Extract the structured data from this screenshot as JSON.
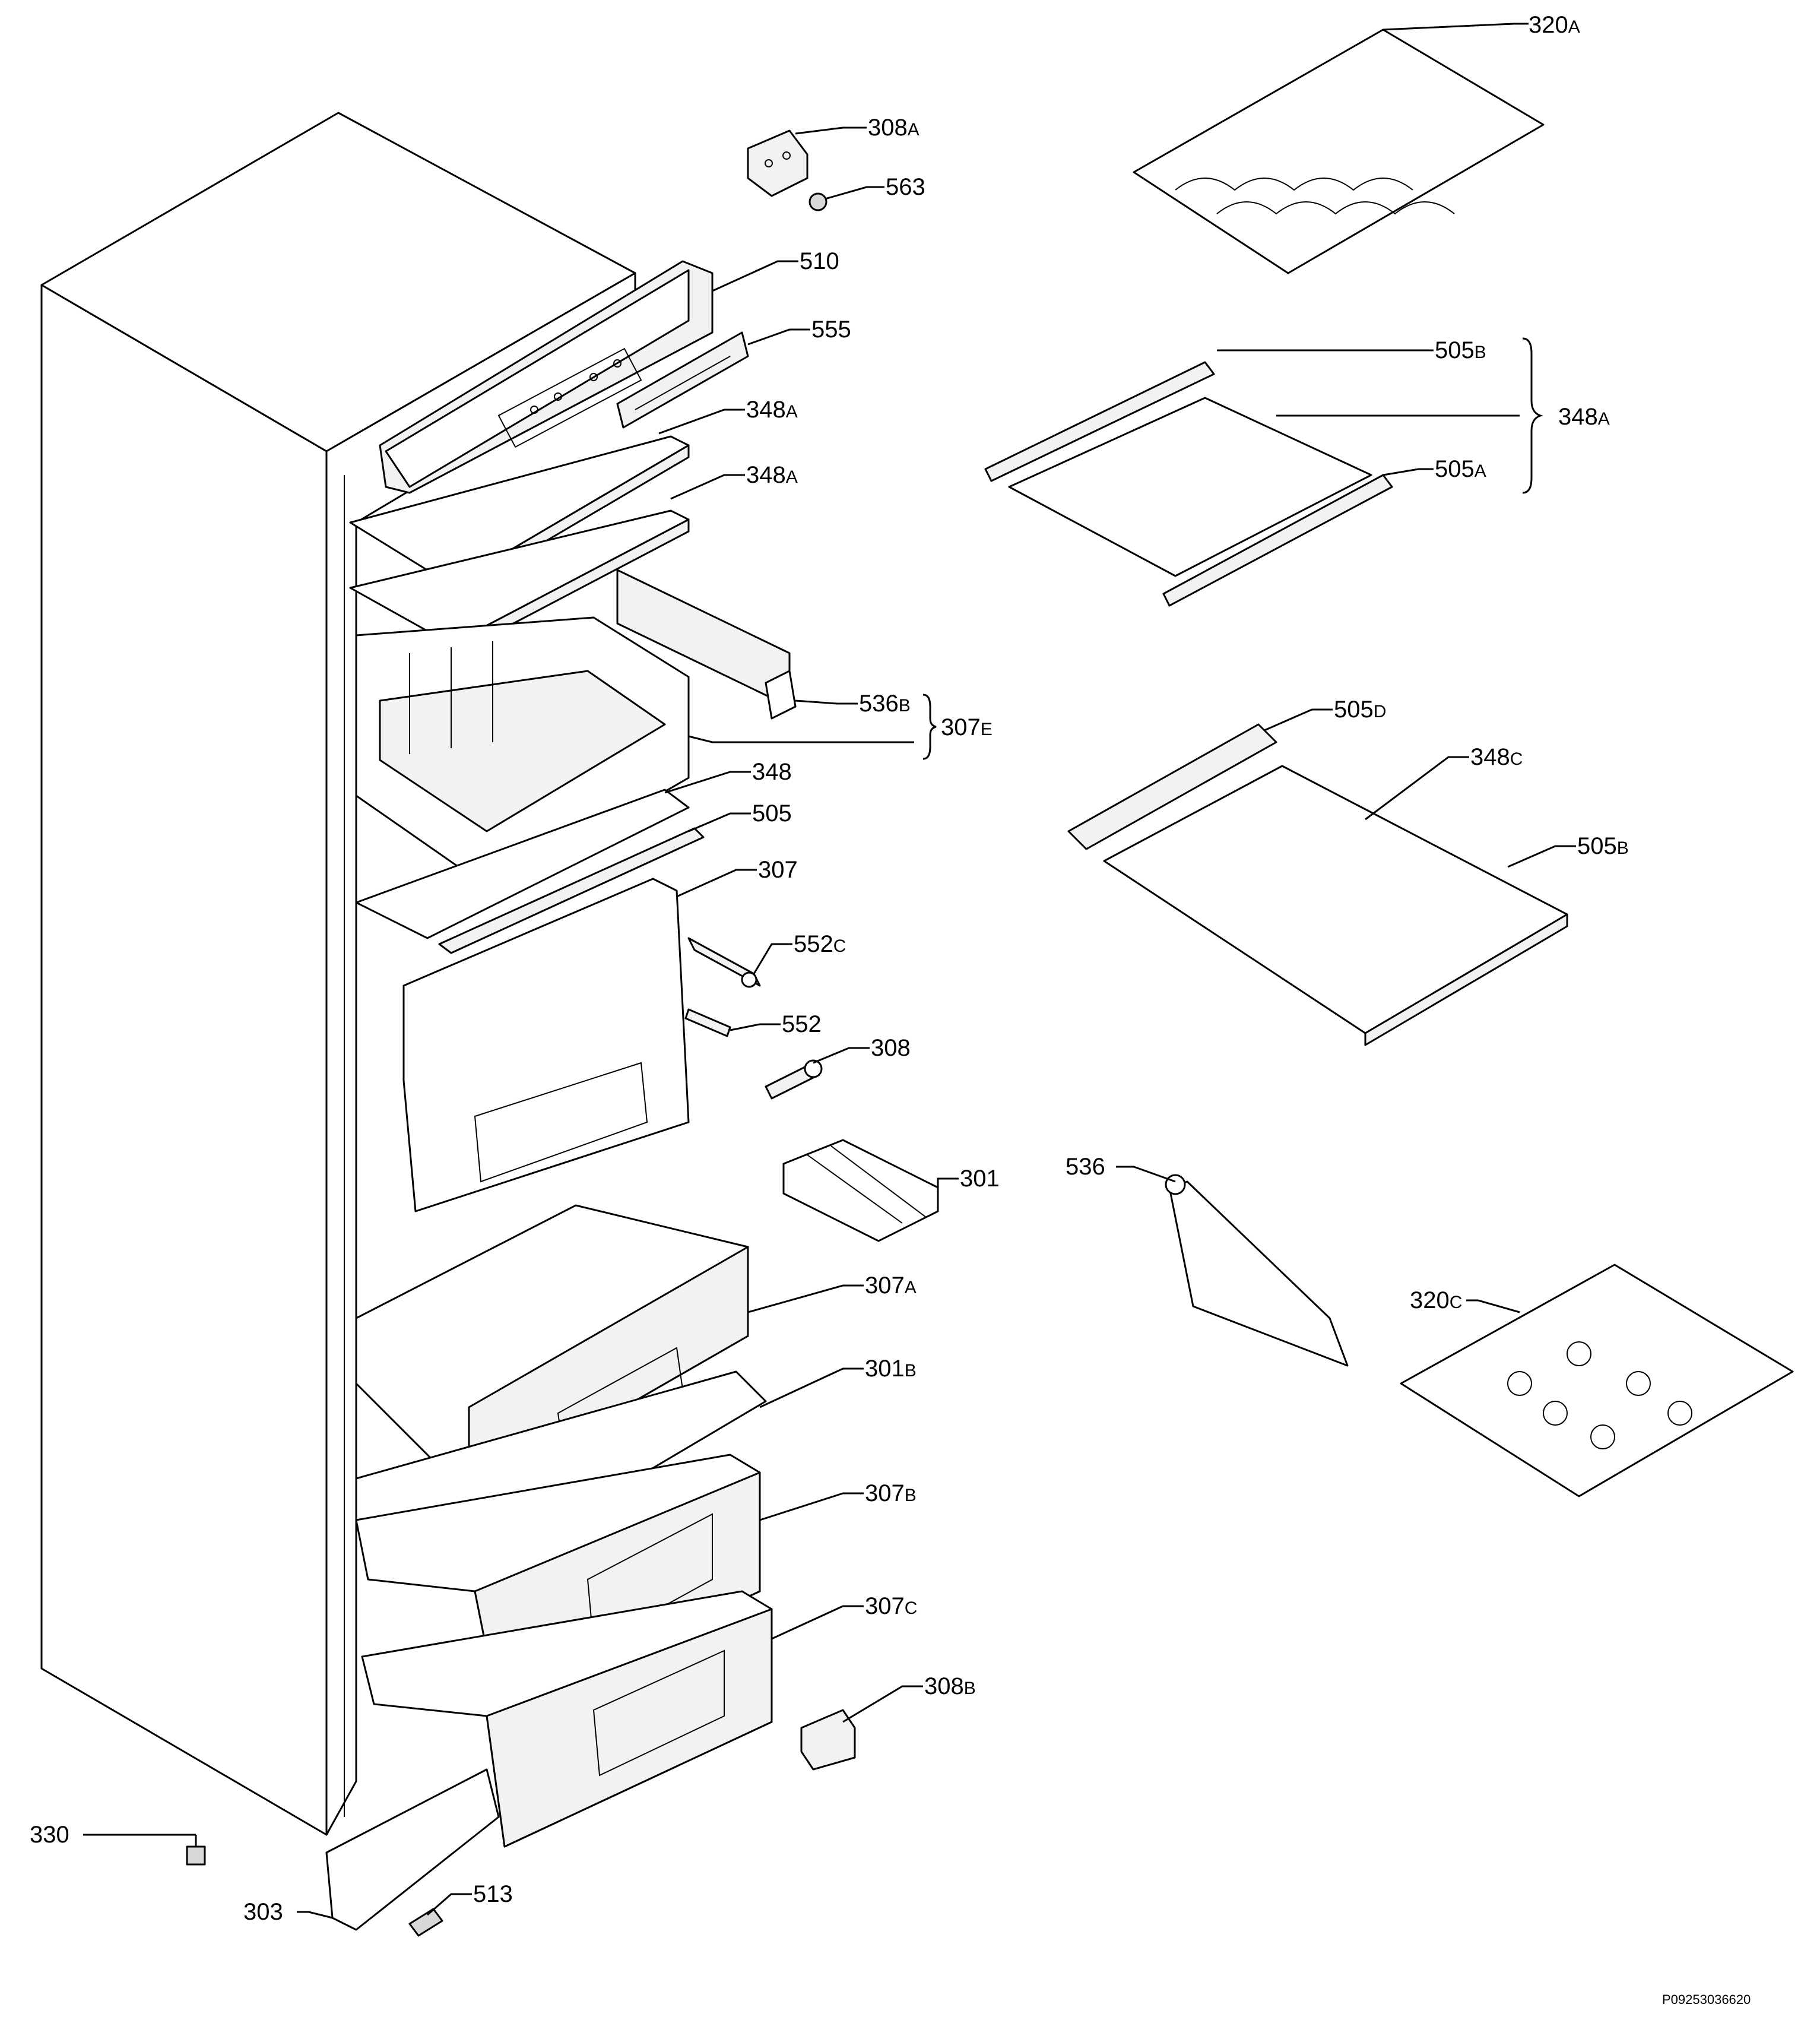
{
  "drawing_id": "P09253036620",
  "callouts": [
    {
      "id": "c-320a",
      "num": "320",
      "suffix": "A"
    },
    {
      "id": "c-308a",
      "num": "308",
      "suffix": "A"
    },
    {
      "id": "c-563",
      "num": "563",
      "suffix": ""
    },
    {
      "id": "c-510",
      "num": "510",
      "suffix": ""
    },
    {
      "id": "c-555",
      "num": "555",
      "suffix": ""
    },
    {
      "id": "c-348a-1",
      "num": "348",
      "suffix": "A"
    },
    {
      "id": "c-348a-2",
      "num": "348",
      "suffix": "A"
    },
    {
      "id": "c-505b-1",
      "num": "505",
      "suffix": "B"
    },
    {
      "id": "c-348a-g",
      "num": "348",
      "suffix": "A"
    },
    {
      "id": "c-505a",
      "num": "505",
      "suffix": "A"
    },
    {
      "id": "c-536b",
      "num": "536",
      "suffix": "B"
    },
    {
      "id": "c-307e",
      "num": "307",
      "suffix": "E"
    },
    {
      "id": "c-505d",
      "num": "505",
      "suffix": "D"
    },
    {
      "id": "c-348c",
      "num": "348",
      "suffix": "C"
    },
    {
      "id": "c-348",
      "num": "348",
      "suffix": ""
    },
    {
      "id": "c-505",
      "num": "505",
      "suffix": ""
    },
    {
      "id": "c-307",
      "num": "307",
      "suffix": ""
    },
    {
      "id": "c-505b-2",
      "num": "505",
      "suffix": "B"
    },
    {
      "id": "c-552c",
      "num": "552",
      "suffix": "C"
    },
    {
      "id": "c-552",
      "num": "552",
      "suffix": ""
    },
    {
      "id": "c-308",
      "num": "308",
      "suffix": ""
    },
    {
      "id": "c-301",
      "num": "301",
      "suffix": ""
    },
    {
      "id": "c-536",
      "num": "536",
      "suffix": ""
    },
    {
      "id": "c-307a",
      "num": "307",
      "suffix": "A"
    },
    {
      "id": "c-320c",
      "num": "320",
      "suffix": "C"
    },
    {
      "id": "c-301b",
      "num": "301",
      "suffix": "B"
    },
    {
      "id": "c-307b",
      "num": "307",
      "suffix": "B"
    },
    {
      "id": "c-307c",
      "num": "307",
      "suffix": "C"
    },
    {
      "id": "c-308b",
      "num": "308",
      "suffix": "B"
    },
    {
      "id": "c-330",
      "num": "330",
      "suffix": ""
    },
    {
      "id": "c-513",
      "num": "513",
      "suffix": ""
    },
    {
      "id": "c-303",
      "num": "303",
      "suffix": ""
    }
  ]
}
